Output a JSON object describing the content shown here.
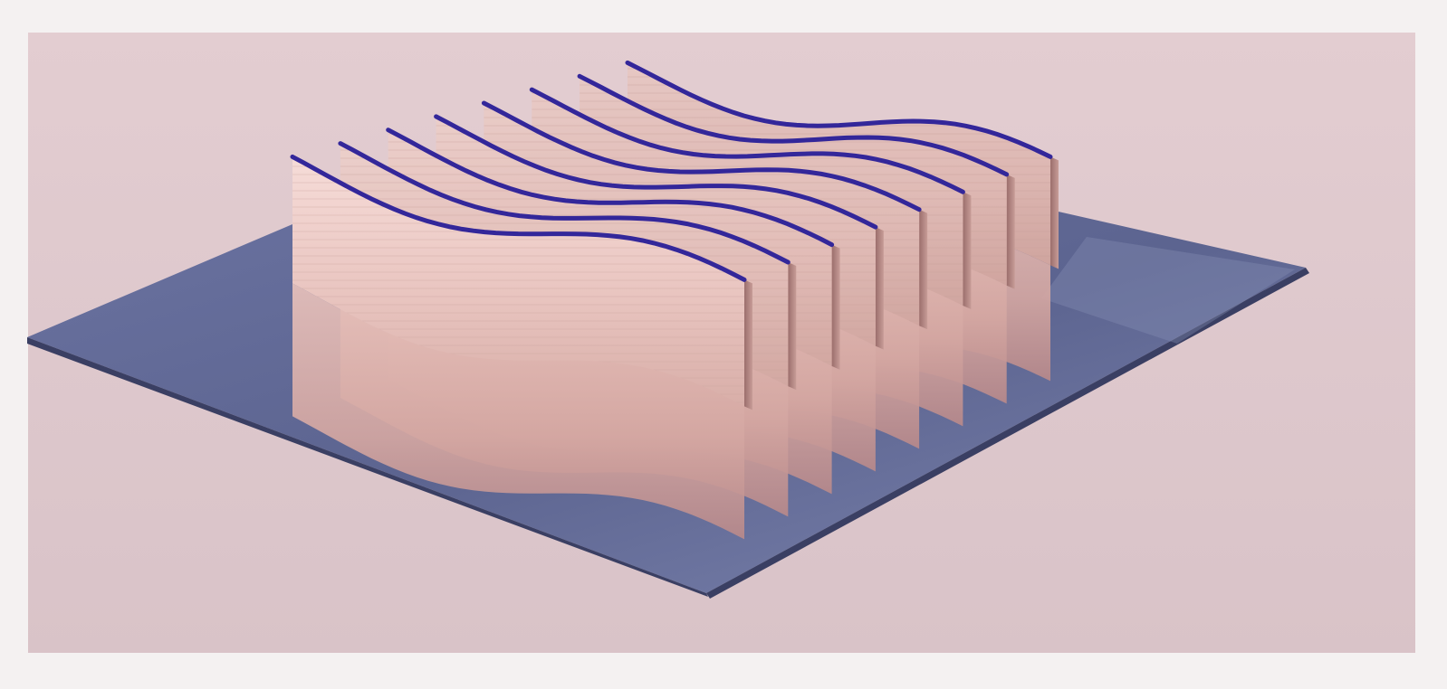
{
  "image": {
    "kind": "photograph",
    "subject": "wave-sculpture",
    "colors": {
      "paper_border": "#f4f1f1",
      "backdrop": "#dcc6cb",
      "backdrop_light": "#e6d3d6",
      "mirror": "#5f6790",
      "mirror_light": "#8a92b8",
      "mirror_edge": "#3a3f63",
      "wood_light": "#f4d7d3",
      "wood_mid": "#dcb2ac",
      "wood_shadow": "#b38680",
      "fin_edge": "#33279a"
    },
    "fin_count": 8
  }
}
